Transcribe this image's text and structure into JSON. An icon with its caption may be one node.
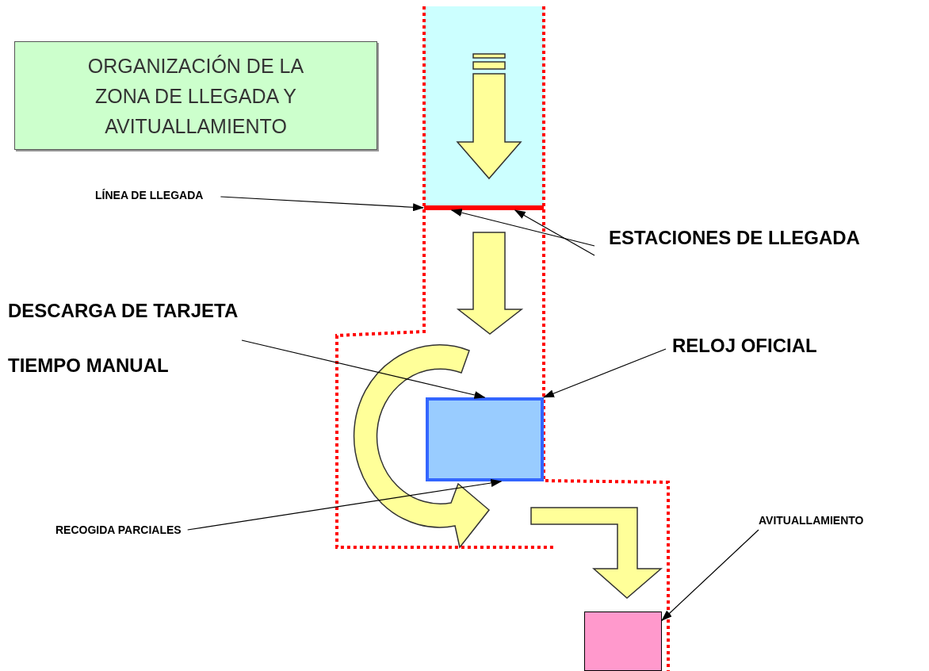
{
  "diagram": {
    "title": "ORGANIZACIÓN DE LA ZONA DE LLEGADA Y AVITUALLAMIENTO",
    "nodes": [
      {
        "text": [
          "LÍNEA DE LLEGADA"
        ]
      },
      {
        "text": [
          "ESTACIONES DE LLEGADA"
        ]
      },
      {
        "text": [
          "DESCARGA DE TARJETA"
        ]
      },
      {
        "text": [
          "TIEMPO MANUAL"
        ]
      },
      {
        "text": [
          "RELOJ OFICIAL"
        ]
      },
      {
        "text": [
          "RECOGIDA PARCIALES"
        ]
      },
      {
        "text": [
          "AVITUALLAMIENTO"
        ]
      },
      {
        "text": [],
        "shape": "bar"
      },
      {
        "text": [],
        "shape": "box"
      },
      {
        "text": [],
        "shape": "box"
      }
    ],
    "edges": [
      {
        "from": 0,
        "to": 7,
        "arrow": "to"
      },
      {
        "from": 1,
        "to": 7,
        "arrow": "to"
      },
      {
        "from": 1,
        "to": 7,
        "arrow": "to"
      },
      {
        "from": 2,
        "to": 8,
        "arrow": "to"
      },
      {
        "from": 4,
        "to": 8,
        "arrow": "to"
      },
      {
        "from": 5,
        "to": 8,
        "arrow": "to"
      },
      {
        "from": 6,
        "to": 9,
        "arrow": "to"
      }
    ]
  }
}
